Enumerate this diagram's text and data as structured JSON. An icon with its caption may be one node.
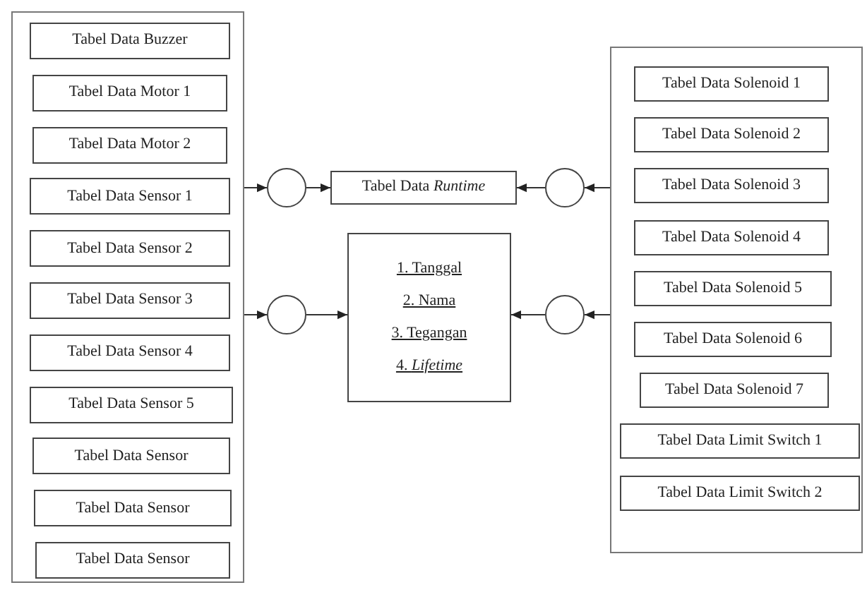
{
  "diagram": {
    "nodes": [
      {
        "text": [],
        "shape": "box"
      },
      {
        "text": [
          "Tabel Data Buzzer"
        ],
        "in": 0
      },
      {
        "text": [
          "Tabel Data Motor 1"
        ],
        "in": 0
      },
      {
        "text": [
          "Tabel Data Motor 2"
        ],
        "in": 0
      },
      {
        "text": [
          "Tabel Data Sensor 1"
        ],
        "in": 0
      },
      {
        "text": [
          "Tabel Data Sensor 2"
        ],
        "in": 0
      },
      {
        "text": [
          "Tabel Data Sensor 3"
        ],
        "in": 0
      },
      {
        "text": [
          "Tabel Data Sensor 4"
        ],
        "in": 0
      },
      {
        "text": [
          "Tabel Data Sensor 5"
        ],
        "in": 0
      },
      {
        "text": [
          "Tabel Data Sensor"
        ],
        "in": 0
      },
      {
        "text": [
          "Tabel Data Sensor"
        ],
        "in": 0
      },
      {
        "text": [
          "Tabel Data Sensor"
        ],
        "in": 0
      },
      {
        "text": [],
        "shape": "circle"
      },
      {
        "text": [
          "Tabel Data *Runtime*"
        ]
      },
      {
        "text": [],
        "shape": "circle"
      },
      {
        "text": [],
        "shape": "circle"
      },
      {
        "text": [
          "1. Tanggal",
          "2. Nama",
          "3. Tegangan",
          "4. *Lifetime*"
        ]
      },
      {
        "text": [],
        "shape": "circle"
      },
      {
        "text": [],
        "shape": "box"
      },
      {
        "text": [
          "Tabel Data Solenoid 1"
        ],
        "in": 18
      },
      {
        "text": [
          "Tabel Data Solenoid 2"
        ],
        "in": 18
      },
      {
        "text": [
          "Tabel Data Solenoid 3"
        ],
        "in": 18
      },
      {
        "text": [
          "Tabel Data Solenoid 4"
        ],
        "in": 18
      },
      {
        "text": [
          "Tabel Data Solenoid 5"
        ],
        "in": 18
      },
      {
        "text": [
          "Tabel Data Solenoid 6"
        ],
        "in": 18
      },
      {
        "text": [
          "Tabel Data Solenoid 7"
        ],
        "in": 18
      },
      {
        "text": [
          "Tabel Data Limit Switch 1"
        ],
        "in": 18
      },
      {
        "text": [
          "Tabel Data Limit Switch 2"
        ],
        "in": 18
      }
    ],
    "edges": [
      {
        "from": 0,
        "to": 12,
        "arrow": "to"
      },
      {
        "from": 12,
        "to": 13,
        "arrow": "to"
      },
      {
        "from": 18,
        "to": 14,
        "arrow": "to"
      },
      {
        "from": 14,
        "to": 13,
        "arrow": "to"
      },
      {
        "from": 0,
        "to": 15,
        "arrow": "to"
      },
      {
        "from": 15,
        "to": 16,
        "arrow": "to"
      },
      {
        "from": 18,
        "to": 17,
        "arrow": "to"
      },
      {
        "from": 17,
        "to": 16,
        "arrow": "to"
      }
    ]
  }
}
